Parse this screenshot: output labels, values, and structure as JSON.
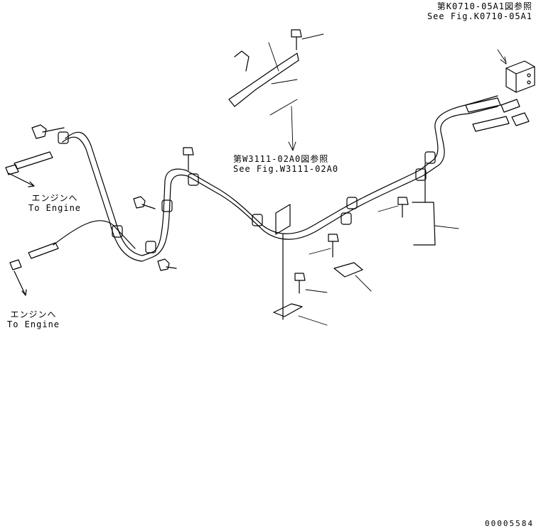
{
  "references": {
    "top_right": {
      "line1": "第K0710-05A1図参照",
      "line2": "See Fig.K0710-05A1"
    },
    "center": {
      "line1": "第W3111-02A0図参照",
      "line2": "See Fig.W3111-02A0"
    }
  },
  "engine_labels": [
    {
      "jp": "エンジンへ",
      "en": "To Engine"
    },
    {
      "jp": "エンジンへ",
      "en": "To Engine"
    }
  ],
  "document_number": "00005584"
}
